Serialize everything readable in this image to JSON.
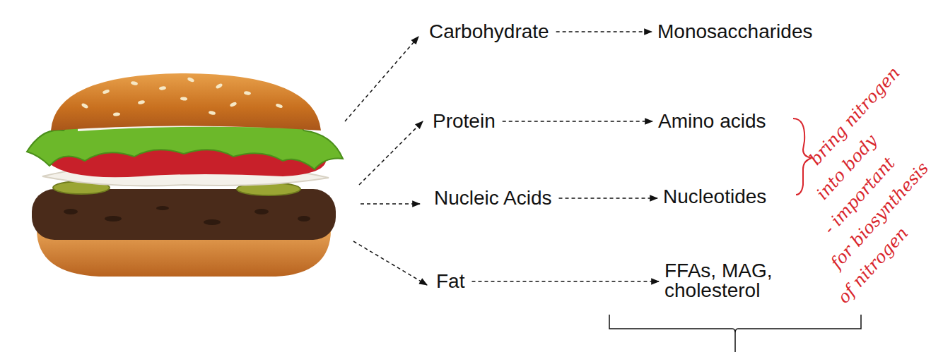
{
  "diagram": {
    "nodes": [
      {
        "text": [
          "Carbohydrate"
        ]
      },
      {
        "text": [
          "Monosaccharides"
        ]
      },
      {
        "text": [
          "Protein"
        ]
      },
      {
        "text": [
          "Amino acids"
        ]
      },
      {
        "text": [
          "Nucleic Acids"
        ]
      },
      {
        "text": [
          "Nucleotides"
        ]
      },
      {
        "text": [
          "Fat"
        ]
      },
      {
        "text": [
          "FFAs, MAG, cholesterol"
        ]
      }
    ],
    "edges": [
      {
        "from": 0,
        "to": 1,
        "arrow": "to"
      },
      {
        "from": 2,
        "to": 3,
        "arrow": "to"
      },
      {
        "from": 4,
        "to": 5,
        "arrow": "to"
      },
      {
        "from": 6,
        "to": 7,
        "arrow": "to"
      }
    ],
    "labels": [
      "bring nitrogen",
      "into body",
      "- important",
      "for biosynthesis",
      "of nitrogen"
    ]
  }
}
